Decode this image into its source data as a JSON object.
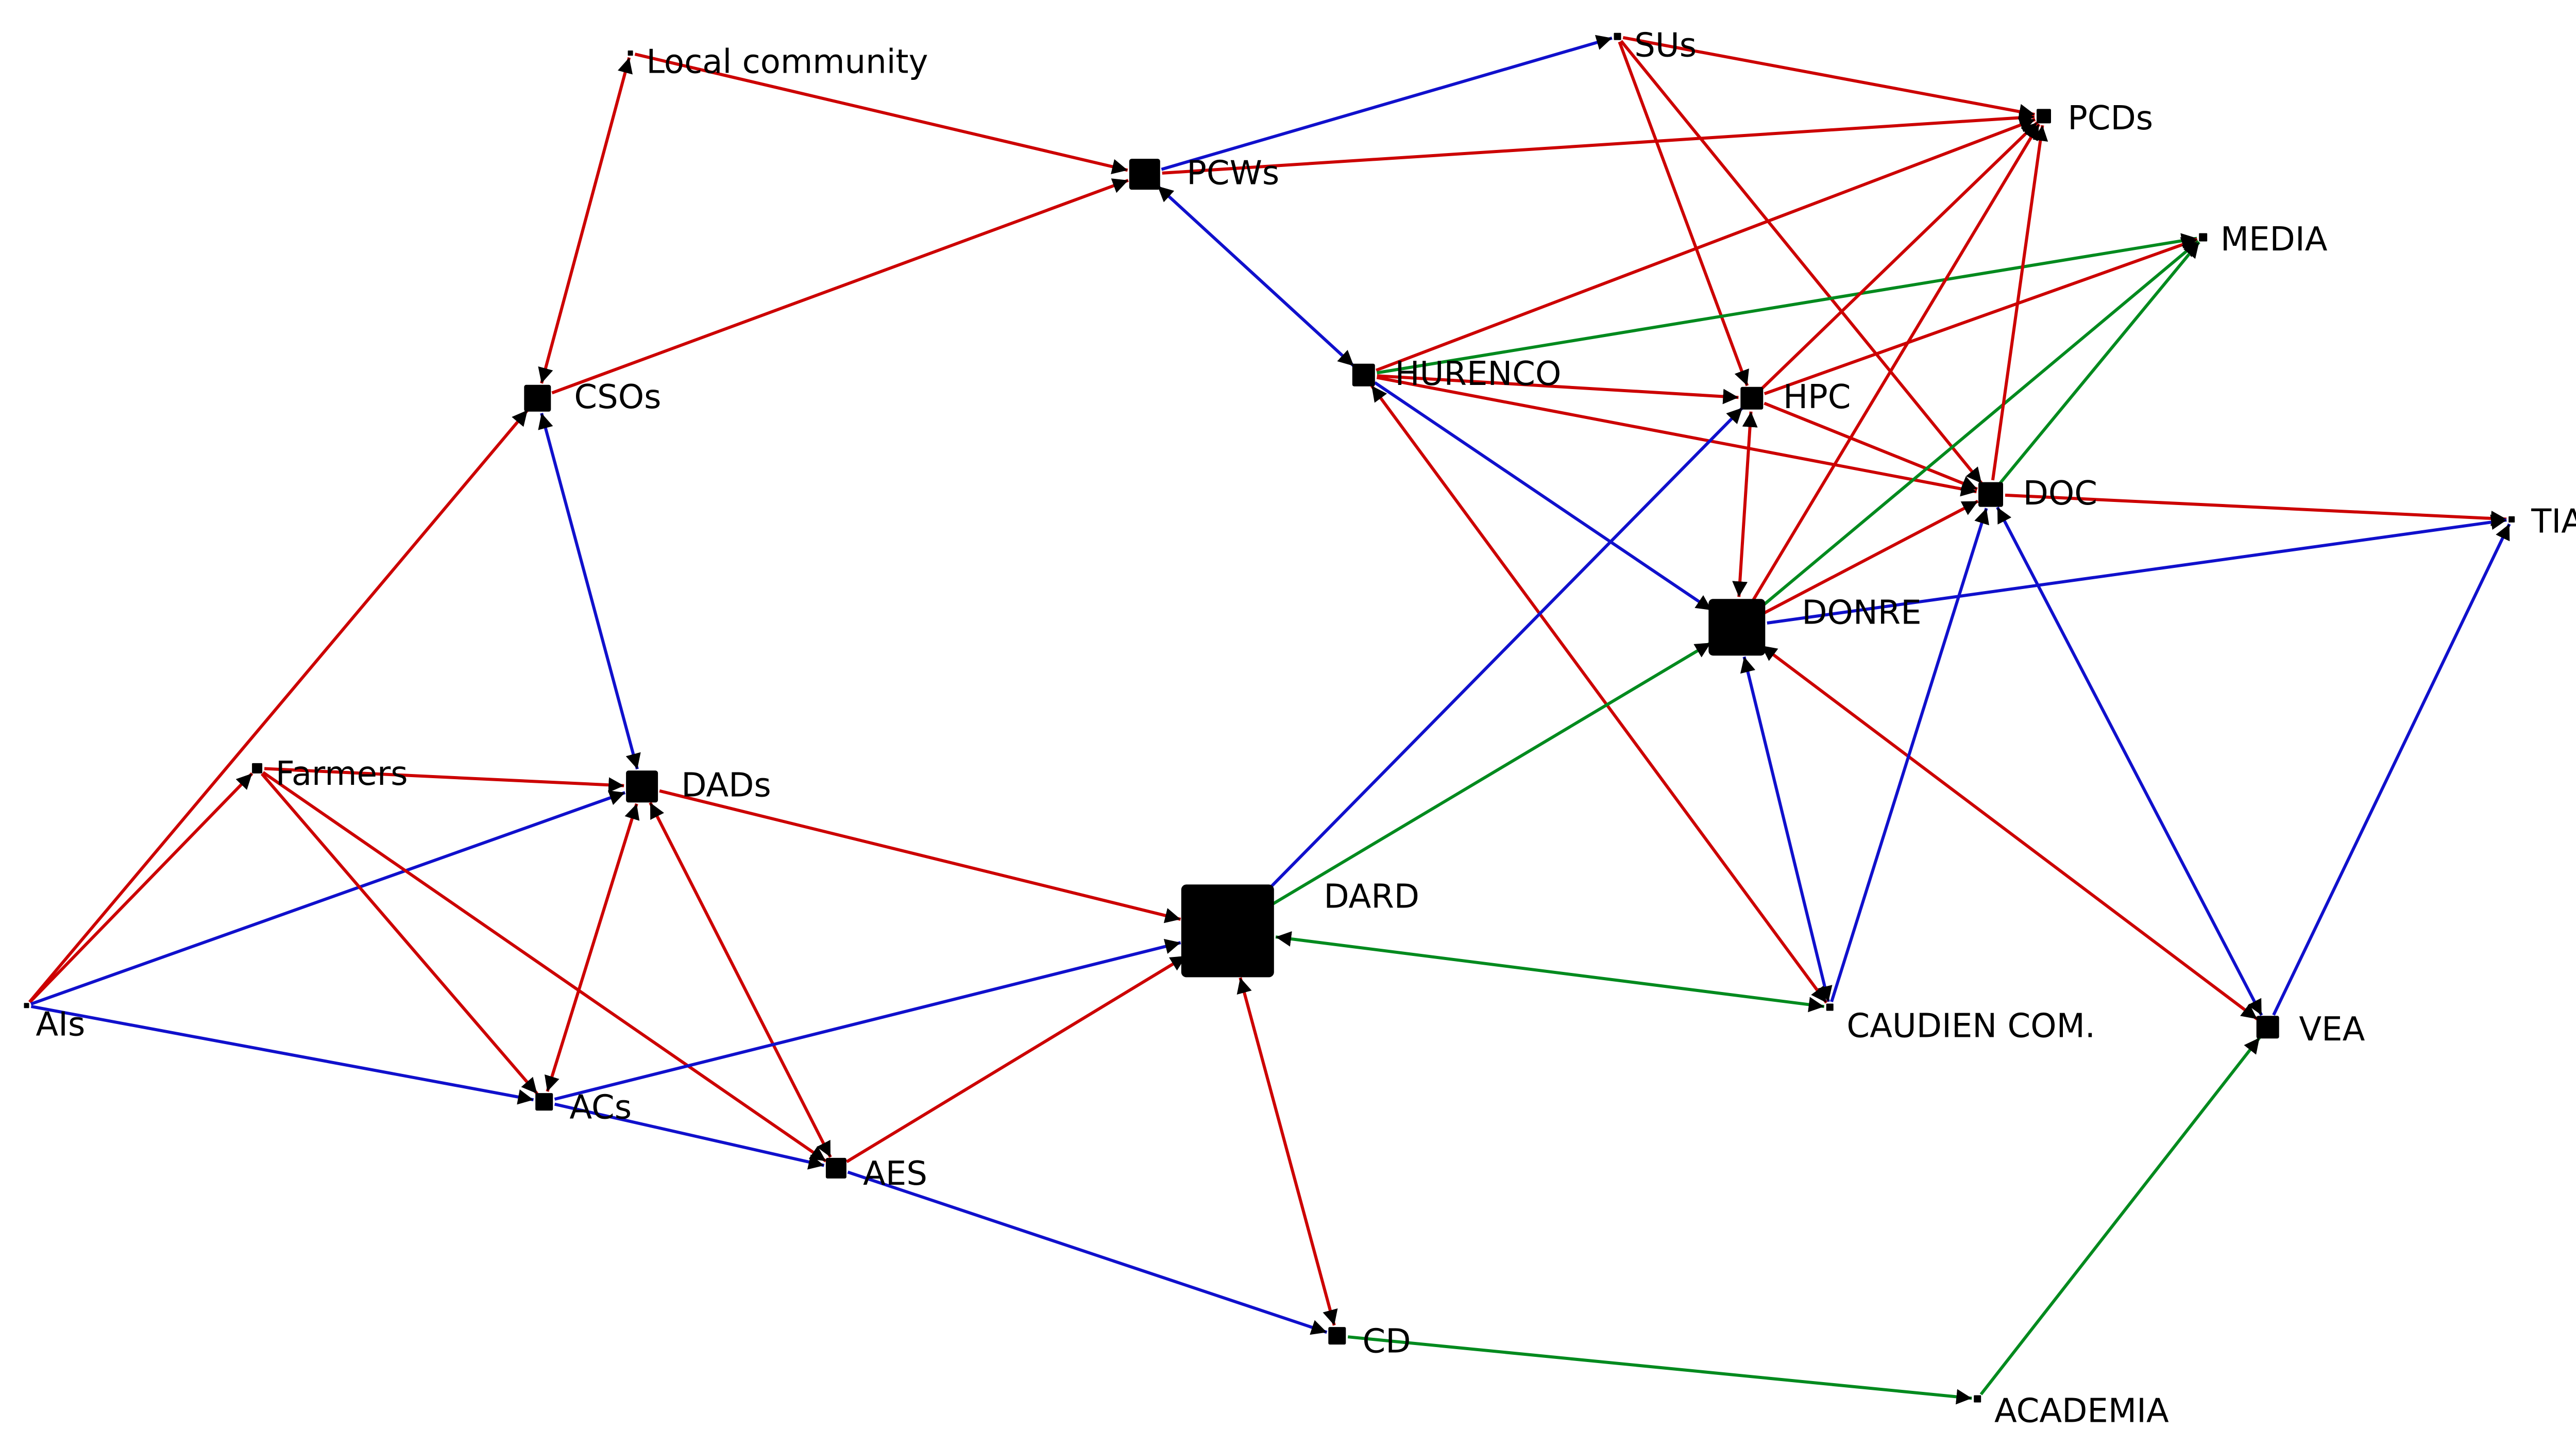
{
  "colors": {
    "red": "#cc0000",
    "blue": "#1010cc",
    "green": "#008a1e",
    "node": "#000000",
    "background": "#ffffff"
  },
  "nodes": [
    {
      "id": "local-community",
      "label": "Local community"
    },
    {
      "id": "pcws",
      "label": "PCWs"
    },
    {
      "id": "sus",
      "label": "SUs"
    },
    {
      "id": "pcds",
      "label": "PCDs"
    },
    {
      "id": "media",
      "label": "MEDIA"
    },
    {
      "id": "csos",
      "label": "CSOs"
    },
    {
      "id": "hurenco",
      "label": "HURENCO"
    },
    {
      "id": "hpc",
      "label": "HPC"
    },
    {
      "id": "doc",
      "label": "DOC"
    },
    {
      "id": "tia",
      "label": "TIA"
    },
    {
      "id": "donre",
      "label": "DONRE"
    },
    {
      "id": "farmers",
      "label": "Farmers"
    },
    {
      "id": "dads",
      "label": "DADs"
    },
    {
      "id": "dard",
      "label": "DARD"
    },
    {
      "id": "ais",
      "label": "AIs"
    },
    {
      "id": "caudien",
      "label": "CAUDIEN COM."
    },
    {
      "id": "vea",
      "label": "VEA"
    },
    {
      "id": "acs",
      "label": "ACs"
    },
    {
      "id": "aes",
      "label": "AES"
    },
    {
      "id": "cd",
      "label": "CD"
    },
    {
      "id": "academia",
      "label": "ACADEMIA"
    }
  ],
  "edges": [
    {
      "from": "local-community",
      "to": "pcws",
      "color": "red",
      "dir": "forward"
    },
    {
      "from": "csos",
      "to": "local-community",
      "color": "red",
      "dir": "both"
    },
    {
      "from": "csos",
      "to": "pcws",
      "color": "red",
      "dir": "forward"
    },
    {
      "from": "pcws",
      "to": "sus",
      "color": "blue",
      "dir": "forward"
    },
    {
      "from": "pcws",
      "to": "pcds",
      "color": "red",
      "dir": "forward"
    },
    {
      "from": "pcws",
      "to": "hurenco",
      "color": "blue",
      "dir": "both"
    },
    {
      "from": "sus",
      "to": "pcds",
      "color": "red",
      "dir": "forward"
    },
    {
      "from": "sus",
      "to": "hpc",
      "color": "red",
      "dir": "forward"
    },
    {
      "from": "sus",
      "to": "doc",
      "color": "red",
      "dir": "forward"
    },
    {
      "from": "hurenco",
      "to": "pcds",
      "color": "red",
      "dir": "forward"
    },
    {
      "from": "hurenco",
      "to": "media",
      "color": "green",
      "dir": "forward"
    },
    {
      "from": "hurenco",
      "to": "hpc",
      "color": "red",
      "dir": "forward"
    },
    {
      "from": "hurenco",
      "to": "doc",
      "color": "red",
      "dir": "forward"
    },
    {
      "from": "hurenco",
      "to": "donre",
      "color": "blue",
      "dir": "forward"
    },
    {
      "from": "hpc",
      "to": "pcds",
      "color": "red",
      "dir": "forward"
    },
    {
      "from": "hpc",
      "to": "media",
      "color": "red",
      "dir": "forward"
    },
    {
      "from": "hpc",
      "to": "doc",
      "color": "red",
      "dir": "forward"
    },
    {
      "from": "hpc",
      "to": "donre",
      "color": "red",
      "dir": "both"
    },
    {
      "from": "donre",
      "to": "pcds",
      "color": "red",
      "dir": "forward"
    },
    {
      "from": "donre",
      "to": "media",
      "color": "green",
      "dir": "forward"
    },
    {
      "from": "donre",
      "to": "doc",
      "color": "red",
      "dir": "forward"
    },
    {
      "from": "doc",
      "to": "media",
      "color": "green",
      "dir": "forward"
    },
    {
      "from": "doc",
      "to": "pcds",
      "color": "red",
      "dir": "forward"
    },
    {
      "from": "doc",
      "to": "tia",
      "color": "red",
      "dir": "forward"
    },
    {
      "from": "donre",
      "to": "tia",
      "color": "blue",
      "dir": "forward"
    },
    {
      "from": "donre",
      "to": "vea",
      "color": "red",
      "dir": "both"
    },
    {
      "from": "doc",
      "to": "vea",
      "color": "blue",
      "dir": "both"
    },
    {
      "from": "vea",
      "to": "tia",
      "color": "blue",
      "dir": "forward"
    },
    {
      "from": "caudien",
      "to": "donre",
      "color": "blue",
      "dir": "both"
    },
    {
      "from": "caudien",
      "to": "doc",
      "color": "blue",
      "dir": "forward"
    },
    {
      "from": "hurenco",
      "to": "caudien",
      "color": "red",
      "dir": "both"
    },
    {
      "from": "caudien",
      "to": "dard",
      "color": "green",
      "dir": "both"
    },
    {
      "from": "dard",
      "to": "hpc",
      "color": "blue",
      "dir": "forward"
    },
    {
      "from": "dard",
      "to": "donre",
      "color": "green",
      "dir": "forward"
    },
    {
      "from": "csos",
      "to": "dads",
      "color": "blue",
      "dir": "both"
    },
    {
      "from": "ais",
      "to": "csos",
      "color": "red",
      "dir": "forward"
    },
    {
      "from": "ais",
      "to": "farmers",
      "color": "red",
      "dir": "forward"
    },
    {
      "from": "ais",
      "to": "dads",
      "color": "blue",
      "dir": "forward"
    },
    {
      "from": "ais",
      "to": "acs",
      "color": "blue",
      "dir": "forward"
    },
    {
      "from": "farmers",
      "to": "dads",
      "color": "red",
      "dir": "forward"
    },
    {
      "from": "farmers",
      "to": "acs",
      "color": "red",
      "dir": "forward"
    },
    {
      "from": "farmers",
      "to": "aes",
      "color": "red",
      "dir": "forward"
    },
    {
      "from": "dads",
      "to": "acs",
      "color": "red",
      "dir": "both"
    },
    {
      "from": "dads",
      "to": "aes",
      "color": "red",
      "dir": "both"
    },
    {
      "from": "dads",
      "to": "dard",
      "color": "red",
      "dir": "forward"
    },
    {
      "from": "acs",
      "to": "aes",
      "color": "blue",
      "dir": "forward"
    },
    {
      "from": "acs",
      "to": "dard",
      "color": "blue",
      "dir": "forward"
    },
    {
      "from": "aes",
      "to": "dard",
      "color": "red",
      "dir": "forward"
    },
    {
      "from": "aes",
      "to": "cd",
      "color": "blue",
      "dir": "forward"
    },
    {
      "from": "dard",
      "to": "cd",
      "color": "red",
      "dir": "both"
    },
    {
      "from": "cd",
      "to": "academia",
      "color": "green",
      "dir": "forward"
    },
    {
      "from": "academia",
      "to": "vea",
      "color": "green",
      "dir": "forward"
    }
  ]
}
